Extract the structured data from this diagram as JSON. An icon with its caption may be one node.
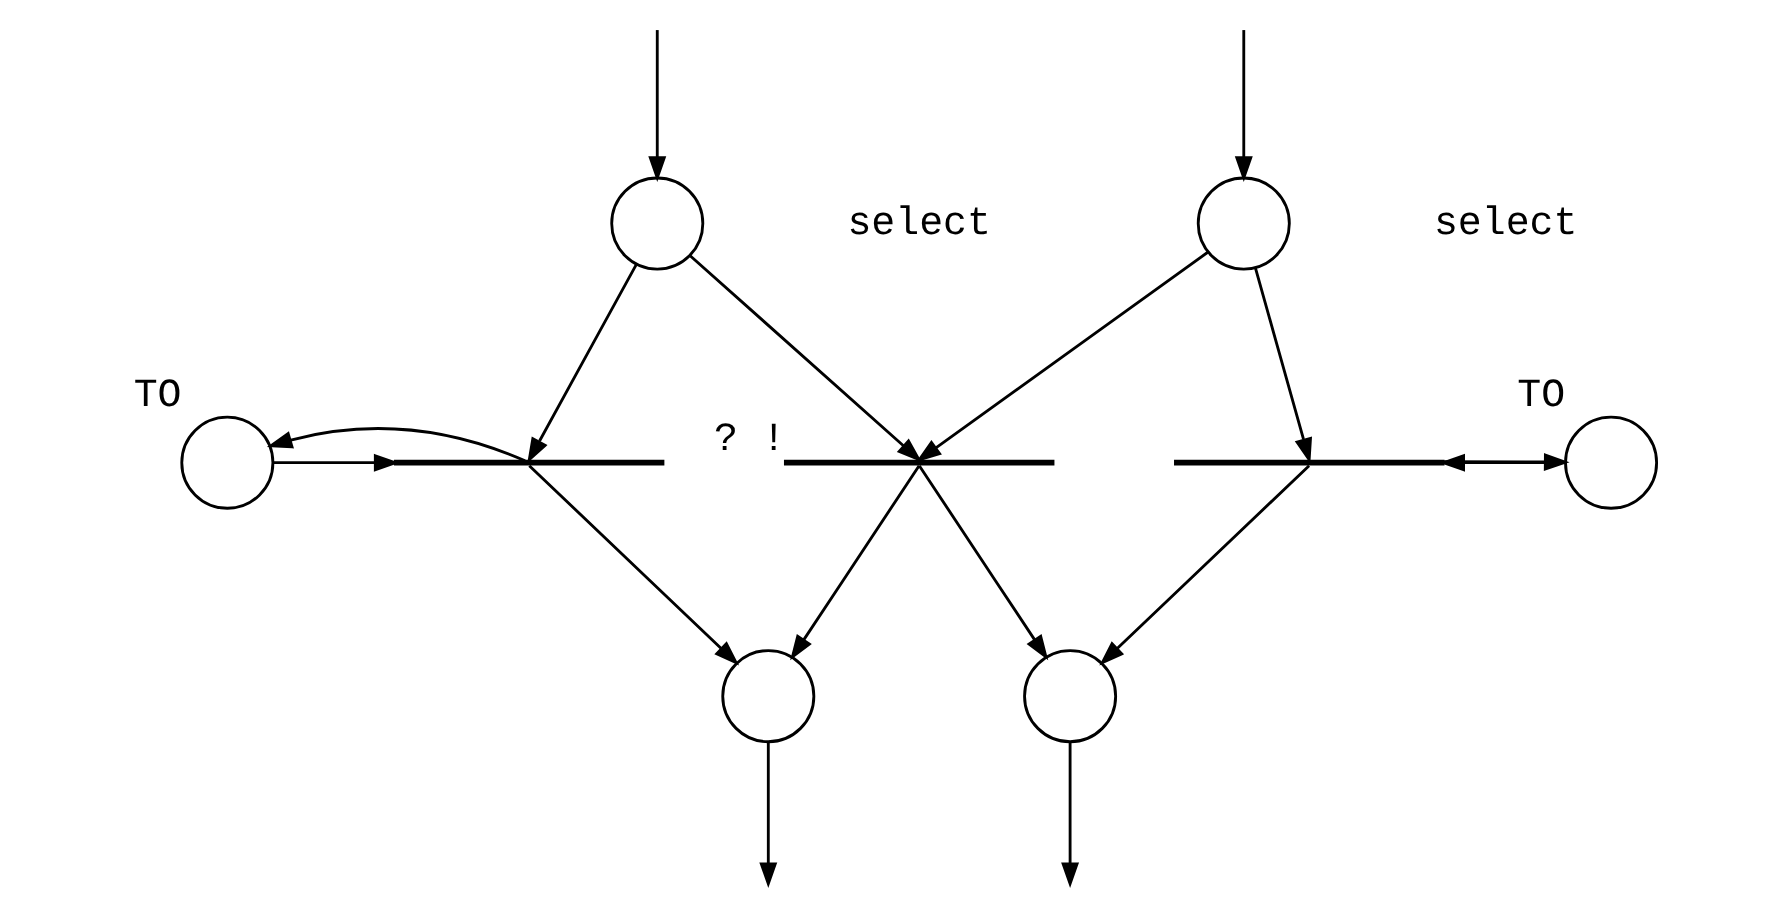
{
  "diagram": {
    "nodes": [
      {
        "text": [],
        "shape": "circle"
      },
      {
        "text": [],
        "shape": "circle"
      },
      {
        "text": [],
        "shape": "circle",
        "beside": [
          "TO"
        ]
      },
      {
        "text": [],
        "shape": "bar"
      },
      {
        "text": [],
        "shape": "bar",
        "beside": [
          "? !"
        ]
      },
      {
        "text": [],
        "shape": "bar"
      },
      {
        "text": [],
        "shape": "circle",
        "beside": [
          "TO"
        ]
      },
      {
        "text": [],
        "shape": "circle"
      },
      {
        "text": [],
        "shape": "circle"
      }
    ],
    "edges": [
      {
        "from": null,
        "to": 0,
        "arrow": "to"
      },
      {
        "from": null,
        "to": 1,
        "arrow": "to"
      },
      {
        "from": 0,
        "to": 3,
        "arrow": "to"
      },
      {
        "from": 0,
        "to": 4,
        "arrow": "to"
      },
      {
        "from": 1,
        "to": 4,
        "arrow": "to"
      },
      {
        "from": 1,
        "to": 5,
        "arrow": "to"
      },
      {
        "from": 2,
        "to": 3,
        "arrow": "to"
      },
      {
        "from": 3,
        "to": 2,
        "arrow": "to"
      },
      {
        "from": 6,
        "to": 5,
        "arrow": "to"
      },
      {
        "from": 5,
        "to": 6,
        "arrow": "to"
      },
      {
        "from": 3,
        "to": 7,
        "arrow": "to"
      },
      {
        "from": 4,
        "to": 7,
        "arrow": "to"
      },
      {
        "from": 4,
        "to": 8,
        "arrow": "to"
      },
      {
        "from": 5,
        "to": 8,
        "arrow": "to"
      },
      {
        "from": 7,
        "to": null,
        "arrow": "to"
      },
      {
        "from": 8,
        "to": null,
        "arrow": "to"
      }
    ],
    "labels": [
      "select",
      "select"
    ]
  }
}
